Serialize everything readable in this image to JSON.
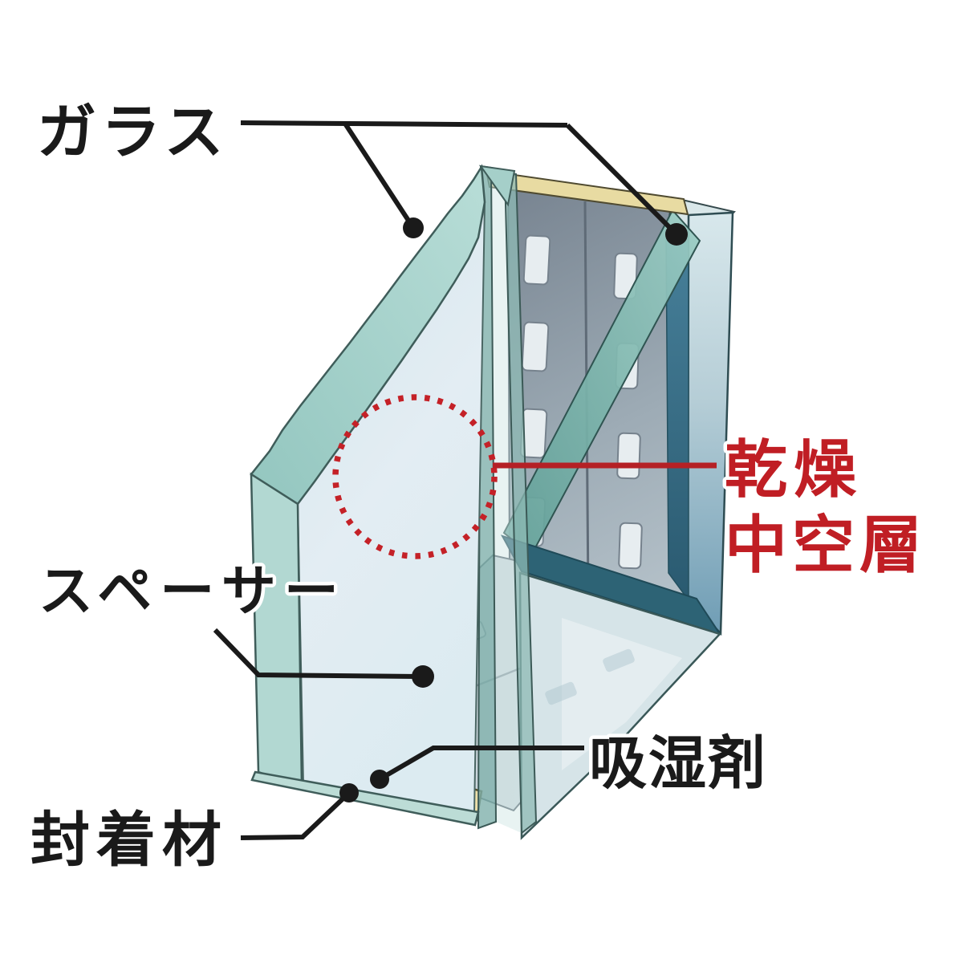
{
  "diagram": {
    "subject": "insulated-glazing-unit-cutaway",
    "labels": {
      "glass": "ガラス",
      "spacer": "スペーサー",
      "sealant": "封着材",
      "desiccant": "吸湿剤",
      "dry_air_line1": "乾燥",
      "dry_air_line2": "中空層"
    },
    "colors": {
      "label_text": "#1a1a1a",
      "leader_line": "#1a1a1a",
      "accent_red_text": "#c01e24",
      "accent_red_line": "#b52025",
      "dotted_circle_red": "#c42127",
      "glass_edge_teal": "#b2d8d2",
      "glass_face_blue": "#e0ebf2",
      "spacer_gray": "#9dabb5",
      "sealant_tan": "#ecdfa8",
      "back_pane_blue": "#74a0b4"
    }
  }
}
